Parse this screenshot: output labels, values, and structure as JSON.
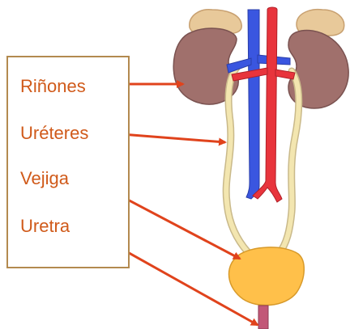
{
  "labels": {
    "kidneys": "Riñones",
    "ureters": "Uréteres",
    "bladder": "Vejiga",
    "urethra": "Uretra"
  },
  "colors": {
    "label_text": "#d05a1a",
    "arrow": "#e0431c",
    "box_border": "#b38a4f",
    "kidney": "#a0706c",
    "adrenal": "#e8c99a",
    "artery": "#e8343c",
    "vein": "#3a56e0",
    "ureter": "#f3e6b0",
    "bladder": "#ffc04a"
  },
  "icons": {
    "organ_illustration": "urinary-system-illustration"
  }
}
